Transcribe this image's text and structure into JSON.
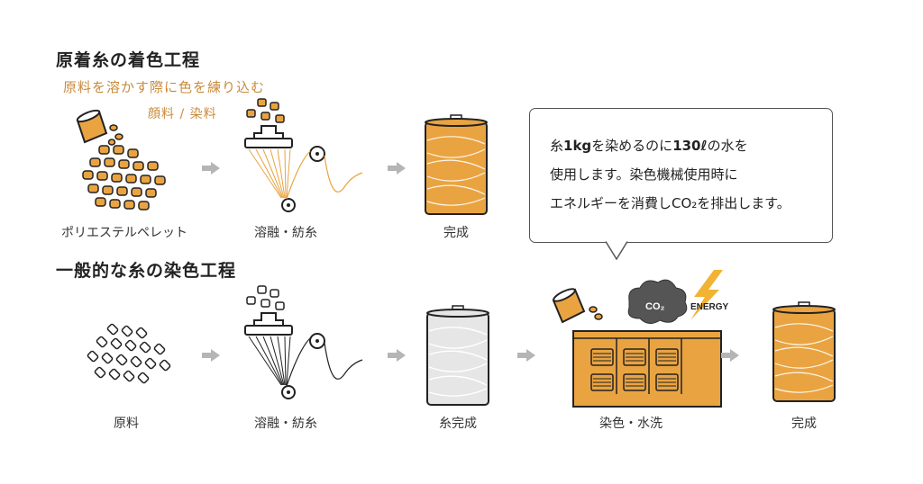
{
  "top_section": {
    "title": "原着糸の着色工程",
    "subtitle": "原料を溶かす際に色を練り込む",
    "pigment_label": "顔料 / 染料",
    "steps": [
      {
        "label": "ポリエステルペレット"
      },
      {
        "label": "溶融・紡糸"
      },
      {
        "label": "完成"
      }
    ]
  },
  "bottom_section": {
    "title": "一般的な糸の染色工程",
    "steps": [
      {
        "label": "原料"
      },
      {
        "label": "溶融・紡糸"
      },
      {
        "label": "糸完成"
      },
      {
        "label": "染色・水洗"
      },
      {
        "label": "完成"
      }
    ],
    "co2_label": "CO₂",
    "energy_label": "ENERGY"
  },
  "callout": {
    "line1_a": "糸",
    "line1_b": "1kg",
    "line1_c": "を染めるのに",
    "line1_d": "130ℓ",
    "line1_e": "の水を",
    "line2": "使用します。染色機械使用時に",
    "line3": "エネルギーを消費しCO₂を排出します。"
  },
  "colors": {
    "orange": "#e9a441",
    "orange_dark": "#c98b3c",
    "gray_arrow": "#b5b5b5",
    "smoke": "#555555",
    "energy": "#f2b233"
  }
}
